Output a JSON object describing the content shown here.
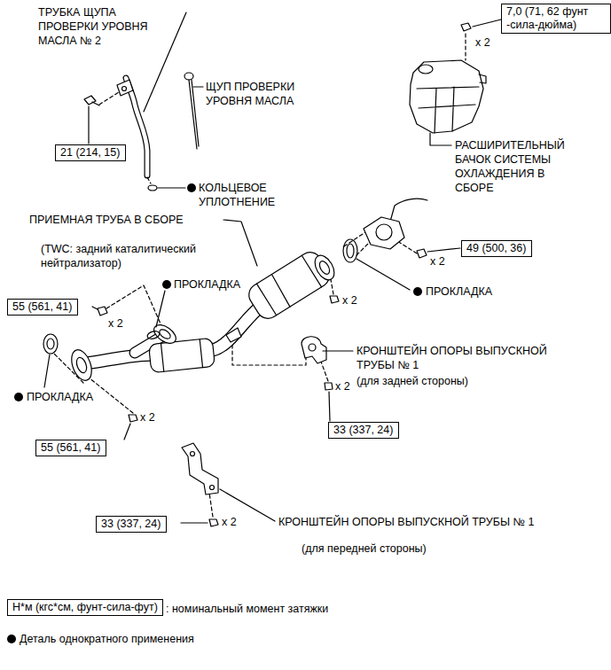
{
  "diagram": {
    "nodes": [
      {
        "text": [
          "7,0 (71, 62 фунт -сила-дюйма)"
        ]
      },
      {
        "text": [
          "21 (214, 15)"
        ]
      },
      {
        "text": [
          "49 (500, 36)"
        ]
      },
      {
        "text": [
          "55 (561, 41)"
        ]
      },
      {
        "text": [
          "33 (337, 24)"
        ]
      },
      {
        "text": [
          "55 (561, 41)"
        ]
      },
      {
        "text": [
          "33 (337, 24)"
        ]
      },
      {
        "text": [
          "Н*м (кгс*см, фунт-сила-фут)"
        ]
      }
    ],
    "labels": [
      "ТРУБКА ЩУПА ПРОВЕРКИ УРОВНЯ МАСЛА № 2",
      "ЩУП ПРОВЕРКИ УРОВНЯ МАСЛА",
      "x 2",
      "РАСШИРИТЕЛЬНЫЙ БАЧОК СИСТЕМЫ ОХЛАЖДЕНИЯ В СБОРЕ",
      "КОЛЬЦЕВОЕ УПЛОТНЕНИЕ",
      "ПРИЕМНАЯ ТРУБА В СБОРЕ",
      "(TWC: задний каталитический нейтрализатор)",
      "ПРОКЛАДКА",
      "x 2",
      "x 2",
      "x 2",
      "ПРОКЛАДКА",
      "КРОНШТЕЙН ОПОРЫ ВЫПУСКНОЙ ТРУБЫ № 1",
      "(для задней стороны)",
      "x 2",
      "ПРОКЛАДКА",
      "x 2",
      "x 2",
      "КРОНШТЕЙН ОПОРЫ ВЫПУСКНОЙ ТРУБЫ № 1",
      "(для передней стороны)"
    ],
    "legend": [
      {
        "text": ": номинальный момент затяжки"
      },
      {
        "text": "Деталь однократного применения"
      }
    ]
  }
}
